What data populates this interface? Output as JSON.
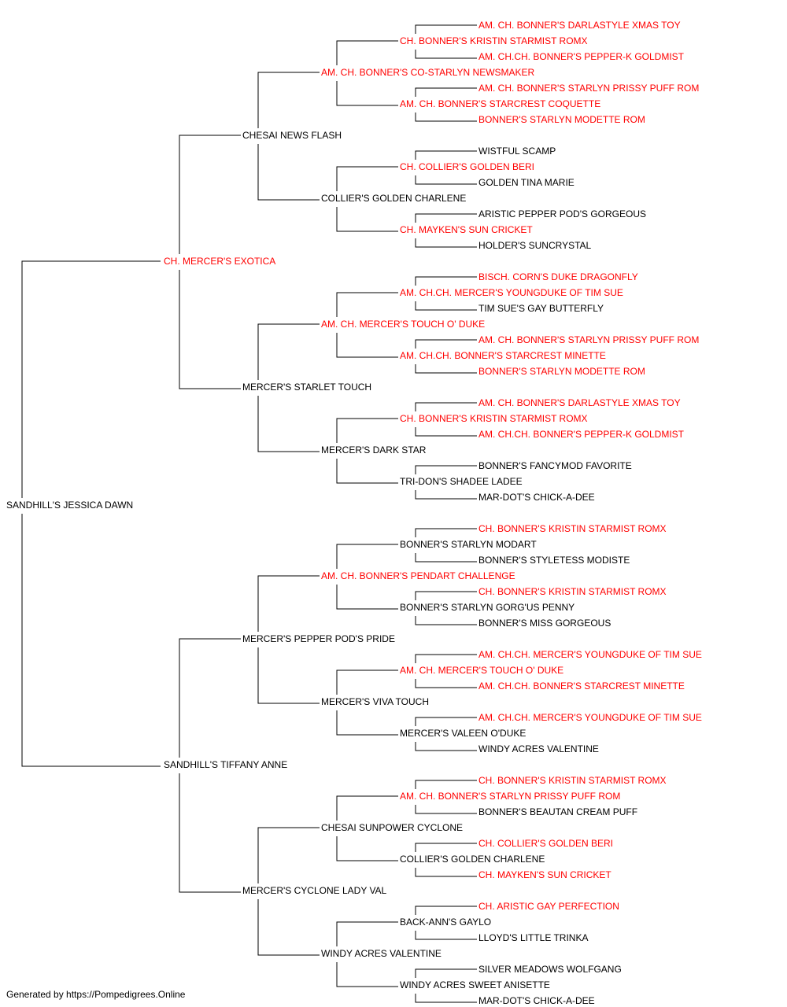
{
  "colors": {
    "champion": "#ff0000",
    "normal": "#000000",
    "line": "#000000"
  },
  "pedigree": {
    "name": "SANDHILL'S JESSICA DAWN",
    "champion": false,
    "sire": {
      "name": "CH. MERCER'S EXOTICA",
      "champion": true,
      "sire": {
        "name": "CHESAI NEWS FLASH",
        "champion": false,
        "sire": {
          "name": "AM. CH. BONNER'S CO-STARLYN NEWSMAKER",
          "champion": true,
          "sire": {
            "name": "CH. BONNER'S KRISTIN STARMIST ROMX",
            "champion": true,
            "sire": {
              "name": "AM. CH. BONNER'S DARLASTYLE XMAS TOY",
              "champion": true
            },
            "dam": {
              "name": "AM. CH.CH. BONNER'S PEPPER-K GOLDMIST",
              "champion": true
            }
          },
          "dam": {
            "name": "AM. CH. BONNER'S STARCREST COQUETTE",
            "champion": true,
            "sire": {
              "name": "AM. CH. BONNER'S STARLYN PRISSY PUFF ROM",
              "champion": true
            },
            "dam": {
              "name": "BONNER'S STARLYN MODETTE ROM",
              "champion": true
            }
          }
        },
        "dam": {
          "name": "COLLIER'S GOLDEN CHARLENE",
          "champion": false,
          "sire": {
            "name": "CH. COLLIER'S GOLDEN BERI",
            "champion": true,
            "sire": {
              "name": "WISTFUL SCAMP",
              "champion": false
            },
            "dam": {
              "name": "GOLDEN TINA MARIE",
              "champion": false
            }
          },
          "dam": {
            "name": "CH. MAYKEN'S SUN CRICKET",
            "champion": true,
            "sire": {
              "name": "ARISTIC PEPPER POD'S GORGEOUS",
              "champion": false
            },
            "dam": {
              "name": "HOLDER'S SUNCRYSTAL",
              "champion": false
            }
          }
        }
      },
      "dam": {
        "name": "MERCER'S STARLET TOUCH",
        "champion": false,
        "sire": {
          "name": "AM. CH. MERCER'S TOUCH O' DUKE",
          "champion": true,
          "sire": {
            "name": "AM. CH.CH. MERCER'S YOUNGDUKE OF TIM SUE",
            "champion": true,
            "sire": {
              "name": "BISCH. CORN'S DUKE DRAGONFLY",
              "champion": true
            },
            "dam": {
              "name": "TIM SUE'S GAY BUTTERFLY",
              "champion": false
            }
          },
          "dam": {
            "name": "AM. CH.CH. BONNER'S STARCREST MINETTE",
            "champion": true,
            "sire": {
              "name": "AM. CH. BONNER'S STARLYN PRISSY PUFF ROM",
              "champion": true
            },
            "dam": {
              "name": "BONNER'S STARLYN MODETTE ROM",
              "champion": true
            }
          }
        },
        "dam": {
          "name": "MERCER'S DARK STAR",
          "champion": false,
          "sire": {
            "name": "CH. BONNER'S KRISTIN STARMIST ROMX",
            "champion": true,
            "sire": {
              "name": "AM. CH. BONNER'S DARLASTYLE XMAS TOY",
              "champion": true
            },
            "dam": {
              "name": "AM. CH.CH. BONNER'S PEPPER-K GOLDMIST",
              "champion": true
            }
          },
          "dam": {
            "name": "TRI-DON'S SHADEE LADEE",
            "champion": false,
            "sire": {
              "name": "BONNER'S FANCYMOD FAVORITE",
              "champion": false
            },
            "dam": {
              "name": "MAR-DOT'S CHICK-A-DEE",
              "champion": false
            }
          }
        }
      }
    },
    "dam": {
      "name": "SANDHILL'S TIFFANY ANNE",
      "champion": false,
      "sire": {
        "name": "MERCER'S PEPPER POD'S PRIDE",
        "champion": false,
        "sire": {
          "name": "AM. CH. BONNER'S PENDART CHALLENGE",
          "champion": true,
          "sire": {
            "name": "BONNER'S STARLYN MODART",
            "champion": false,
            "sire": {
              "name": "CH. BONNER'S KRISTIN STARMIST ROMX",
              "champion": true
            },
            "dam": {
              "name": "BONNER'S STYLETESS MODISTE",
              "champion": false
            }
          },
          "dam": {
            "name": "BONNER'S STARLYN GORG'US PENNY",
            "champion": false,
            "sire": {
              "name": "CH. BONNER'S KRISTIN STARMIST ROMX",
              "champion": true
            },
            "dam": {
              "name": "BONNER'S MISS GORGEOUS",
              "champion": false
            }
          }
        },
        "dam": {
          "name": "MERCER'S VIVA TOUCH",
          "champion": false,
          "sire": {
            "name": "AM. CH. MERCER'S TOUCH O' DUKE",
            "champion": true,
            "sire": {
              "name": "AM. CH.CH. MERCER'S YOUNGDUKE OF TIM SUE",
              "champion": true
            },
            "dam": {
              "name": "AM. CH.CH. BONNER'S STARCREST MINETTE",
              "champion": true
            }
          },
          "dam": {
            "name": "MERCER'S VALEEN O'DUKE",
            "champion": false,
            "sire": {
              "name": "AM. CH.CH. MERCER'S YOUNGDUKE OF TIM SUE",
              "champion": true
            },
            "dam": {
              "name": "WINDY ACRES VALENTINE",
              "champion": false
            }
          }
        }
      },
      "dam": {
        "name": "MERCER'S CYCLONE LADY VAL",
        "champion": false,
        "sire": {
          "name": "CHESAI SUNPOWER CYCLONE",
          "champion": false,
          "sire": {
            "name": "AM. CH. BONNER'S STARLYN PRISSY PUFF ROM",
            "champion": true,
            "sire": {
              "name": "CH. BONNER'S KRISTIN STARMIST ROMX",
              "champion": true
            },
            "dam": {
              "name": "BONNER'S BEAUTAN CREAM PUFF",
              "champion": false
            }
          },
          "dam": {
            "name": "COLLIER'S GOLDEN CHARLENE",
            "champion": false,
            "sire": {
              "name": "CH. COLLIER'S GOLDEN BERI",
              "champion": true
            },
            "dam": {
              "name": "CH. MAYKEN'S SUN CRICKET",
              "champion": true
            }
          }
        },
        "dam": {
          "name": "WINDY ACRES VALENTINE",
          "champion": false,
          "sire": {
            "name": "BACK-ANN'S GAYLO",
            "champion": false,
            "sire": {
              "name": "CH. ARISTIC GAY PERFECTION",
              "champion": true
            },
            "dam": {
              "name": "LLOYD'S LITTLE TRINKA",
              "champion": false
            }
          },
          "dam": {
            "name": "WINDY ACRES SWEET ANISETTE",
            "champion": false,
            "sire": {
              "name": "SILVER MEADOWS WOLFGANG",
              "champion": false
            },
            "dam": {
              "name": "MAR-DOT'S CHICK-A-DEE",
              "champion": false
            }
          }
        }
      }
    }
  },
  "footer": {
    "text": "Generated by https://Pompedigrees.Online"
  }
}
